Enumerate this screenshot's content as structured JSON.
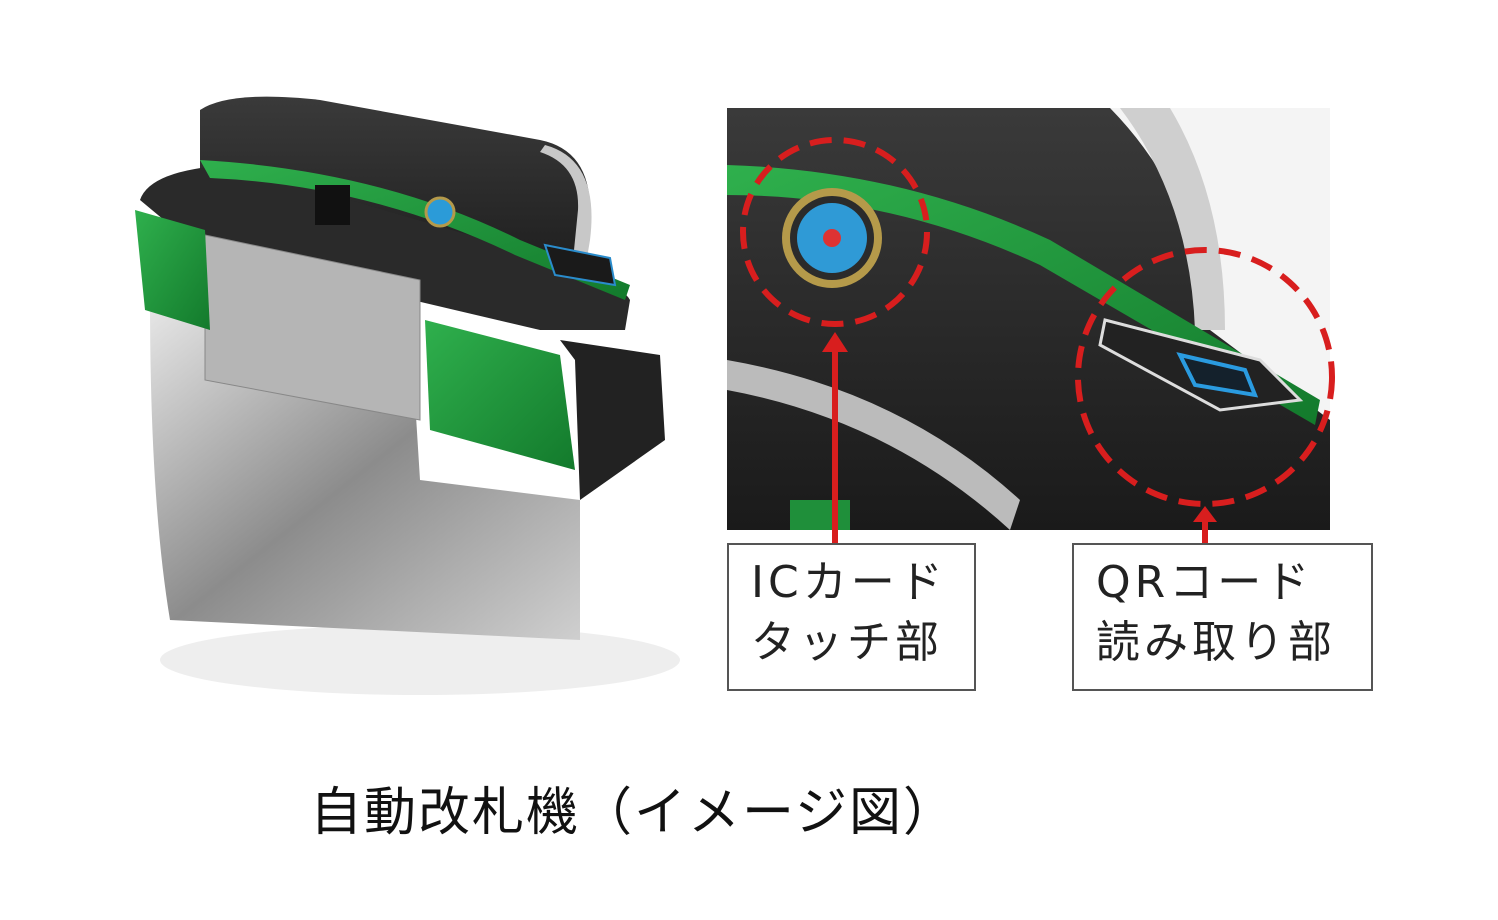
{
  "callouts": [
    {
      "line1": "ICカード",
      "line2": "タッチ部"
    },
    {
      "line1": "QRコード",
      "line2": "読み取り部"
    }
  ],
  "caption": "自動改札機（イメージ図）",
  "colors": {
    "accent_green": "#1f8f3a",
    "callout_red": "#d81e1e",
    "body_dark": "#2b2b2b"
  }
}
